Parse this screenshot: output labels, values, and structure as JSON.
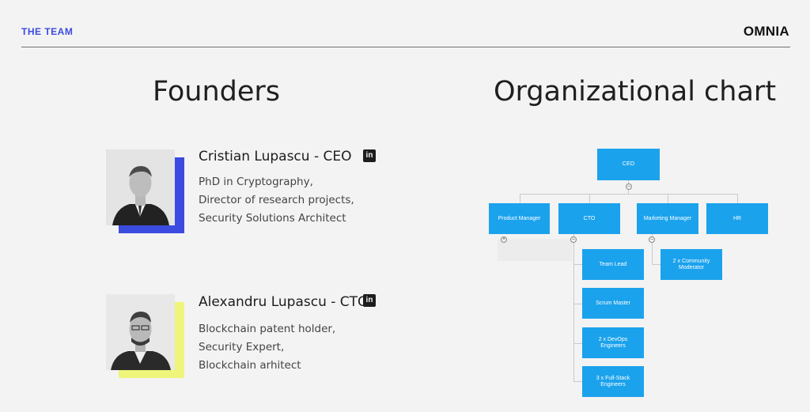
{
  "header": {
    "section_label": "THE TEAM",
    "brand": "OMNIA"
  },
  "founders": {
    "title": "Founders",
    "people": [
      {
        "name": "Cristian Lupascu - CEO",
        "description": [
          "PhD in Cryptography,",
          "Director of research projects,",
          "Security Solutions Architect"
        ],
        "accent_color": "#3b4be0",
        "linkedin_icon": "linkedin-icon"
      },
      {
        "name": "Alexandru Lupascu - CTO",
        "description": [
          "Blockchain patent holder,",
          "Security Expert,",
          "Blockchain arhitect"
        ],
        "accent_color": "#eef57a",
        "linkedin_icon": "linkedin-icon"
      }
    ]
  },
  "org_chart": {
    "title": "Organizational chart",
    "node_color": "#1ba2ec",
    "nodes": {
      "ceo": "CEO",
      "product_manager": "Product Manager",
      "cto": "CTO",
      "marketing_manager": "Marketing Manager",
      "hr": "HR",
      "team_lead": "Team Lead",
      "scrum_master": "Scrum Master",
      "devops": "2 x DevOps Engineers",
      "fullstack": "3 x Full-Stack Engineers",
      "community": "2 x Community Moderator"
    }
  }
}
